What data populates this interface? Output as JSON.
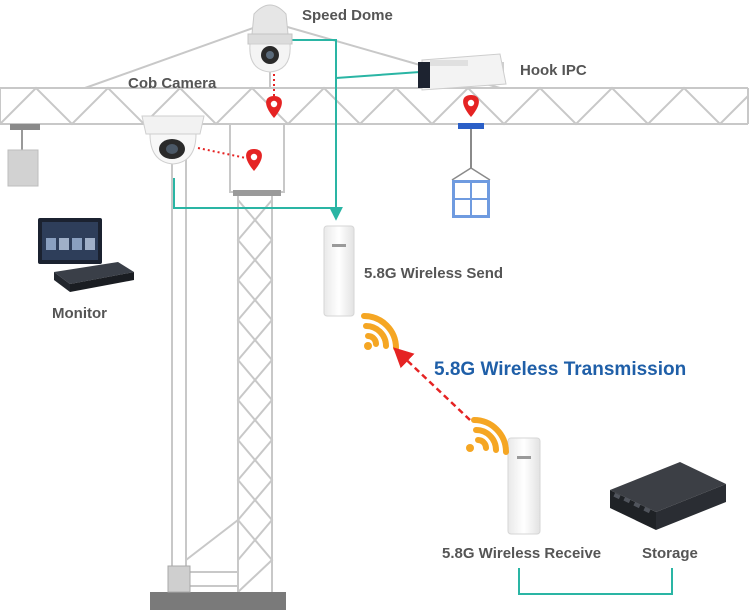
{
  "labels": {
    "speed_dome": "Speed Dome",
    "hook_ipc": "Hook IPC",
    "cob_camera": "Cob Camera",
    "monitor": "Monitor",
    "wireless_send": "5.8G Wireless Send",
    "wireless_transmission": "5.8G Wireless Transmission",
    "wireless_receive": "5.8G Wireless Receive",
    "storage": "Storage"
  },
  "colors": {
    "crane_line": "#c8c8c8",
    "link_line": "#2ab5a4",
    "wireless_arrow": "#e52323",
    "pin": "#e52323",
    "signal": "#f5a623",
    "transmission_text": "#1f5fa8",
    "label_text": "#555555",
    "load_box": "#6f9be0"
  },
  "icons": [
    "location-pin-icon",
    "wifi-signal-icon",
    "window-grid-icon"
  ]
}
